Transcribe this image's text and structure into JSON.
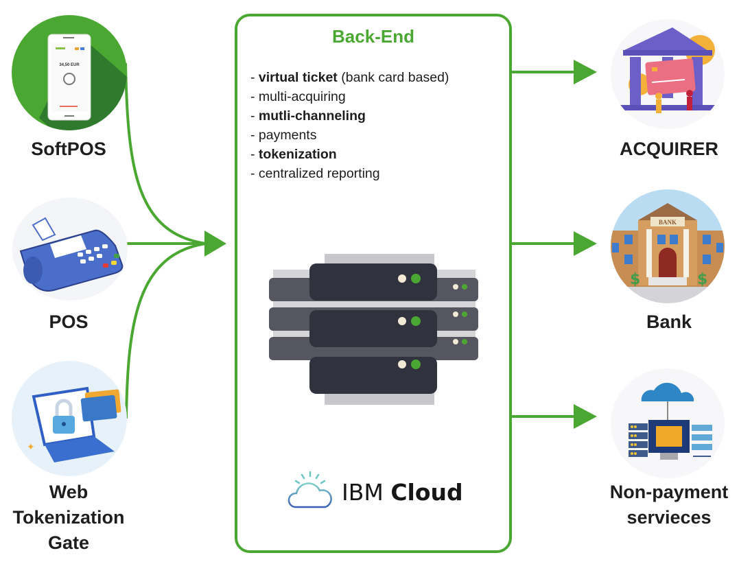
{
  "backend": {
    "title": "Back-End",
    "features": [
      {
        "prefix": "- ",
        "bold": "virtual ticket",
        "rest": " (bank card based)"
      },
      {
        "prefix": "- ",
        "bold": "",
        "rest": "multi-acquiring"
      },
      {
        "prefix": "- ",
        "bold": "mutli-channeling",
        "rest": ""
      },
      {
        "prefix": "- ",
        "bold": "",
        "rest": "payments"
      },
      {
        "prefix": "- ",
        "bold": "tokenization",
        "rest": ""
      },
      {
        "prefix": "- ",
        "bold": "",
        "rest": "centralized reporting"
      }
    ],
    "provider": {
      "light": "IBM",
      "bold": "Cloud"
    }
  },
  "sources": [
    {
      "label": "SoftPOS"
    },
    {
      "label": "POS"
    },
    {
      "label": "Web Tokenization Gate",
      "lines": [
        "Web",
        "Tokenization",
        "Gate"
      ]
    }
  ],
  "destinations": [
    {
      "label": "ACQUIRER"
    },
    {
      "label": "Bank",
      "sign": "BANK"
    },
    {
      "label": "Non-payment serviеces",
      "lines": [
        "Non-payment",
        "servieces"
      ]
    }
  ],
  "softpos_screen": {
    "amount": "34,50 EUR"
  },
  "colors": {
    "accent_green": "#4aa832",
    "dark_green": "#2f7a2c",
    "server_dark": "#30323e",
    "server_mid": "#55565f",
    "server_light": "#c8c8cc",
    "led_cream": "#f3ead6",
    "led_green": "#4aa832",
    "pos_blue": "#4a6ec9",
    "text_dark": "#1e1e1e"
  }
}
